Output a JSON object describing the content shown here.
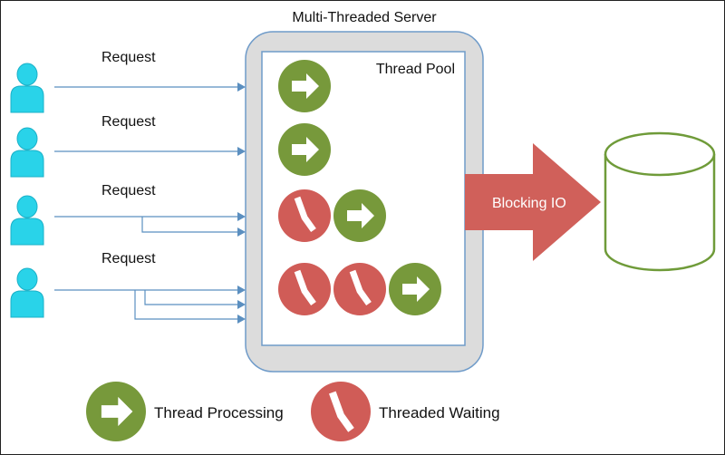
{
  "server": {
    "title": "Multi-Threaded Server"
  },
  "pool": {
    "title": "Thread Pool"
  },
  "requests": [
    {
      "label": "Request"
    },
    {
      "label": "Request"
    },
    {
      "label": "Request"
    },
    {
      "label": "Request"
    }
  ],
  "io": {
    "label": "Blocking IO"
  },
  "legend": {
    "processing": {
      "label": "Thread Processing",
      "icon": "arrow-icon"
    },
    "waiting": {
      "label": "Threaded Waiting",
      "icon": "clock-icon"
    }
  },
  "colors": {
    "user": "#29d3e9",
    "connector": "#5b8fc0",
    "server_fill": "#dcdcdc",
    "server_border": "#6f9bc9",
    "processing": "#77993b",
    "waiting": "#d05c57",
    "io_arrow": "#d0605a",
    "database": "#6f9b39"
  }
}
